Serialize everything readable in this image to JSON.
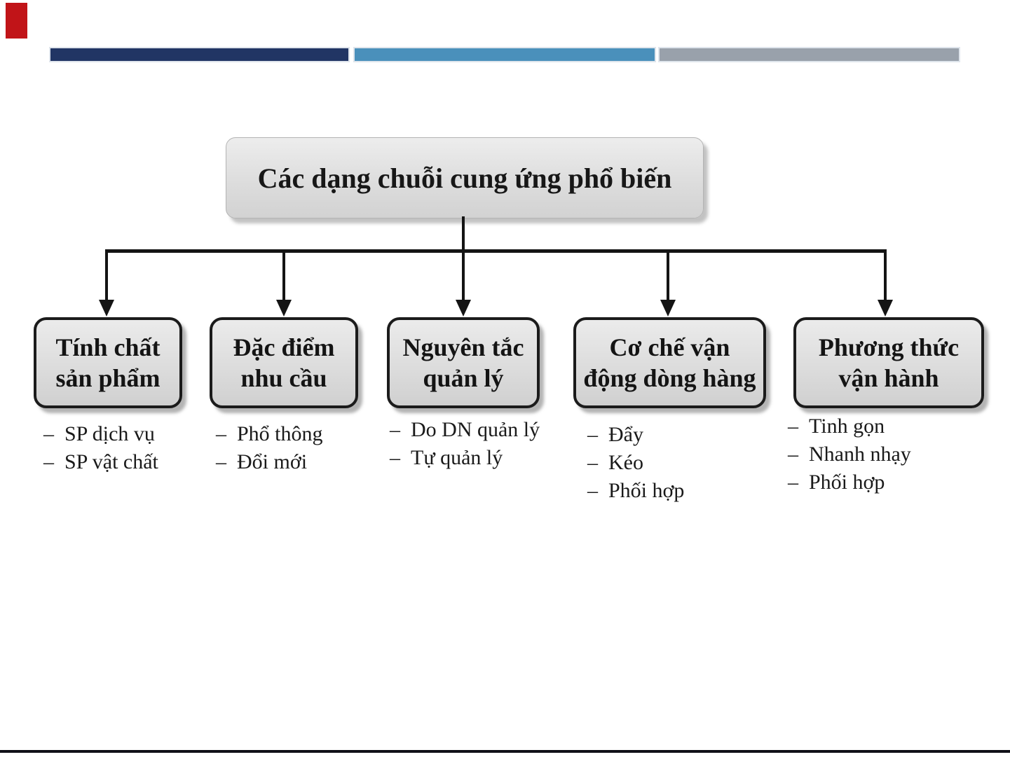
{
  "colors": {
    "accent_red": "#c11418",
    "bar_navy": "#213564",
    "bar_blue": "#4a90bb",
    "bar_gray": "#99a1ab",
    "node_fill": "#dedede",
    "node_border": "#1b1b1b",
    "connector": "#141414",
    "bottom_line": "#0f0f17"
  },
  "diagram": {
    "root_label": "Các dạng chuỗi cung ứng phổ biến",
    "bullet": "–",
    "branches": [
      {
        "title": "Tính chất\nsản phẩm",
        "items": [
          "SP dịch vụ",
          "SP vật chất"
        ]
      },
      {
        "title": "Đặc điểm\nnhu cầu",
        "items": [
          "Phổ thông",
          "Đổi mới"
        ]
      },
      {
        "title": "Nguyên tắc\nquản lý",
        "items": [
          "Do DN quản lý",
          "Tự quản lý"
        ]
      },
      {
        "title": "Cơ chế vận\nđộng dòng hàng",
        "items": [
          "Đẩy",
          "Kéo",
          "Phối hợp"
        ]
      },
      {
        "title": "Phương thức\nvận hành",
        "items": [
          "Tinh gọn",
          "Nhanh nhạy",
          "Phối hợp"
        ]
      }
    ]
  }
}
